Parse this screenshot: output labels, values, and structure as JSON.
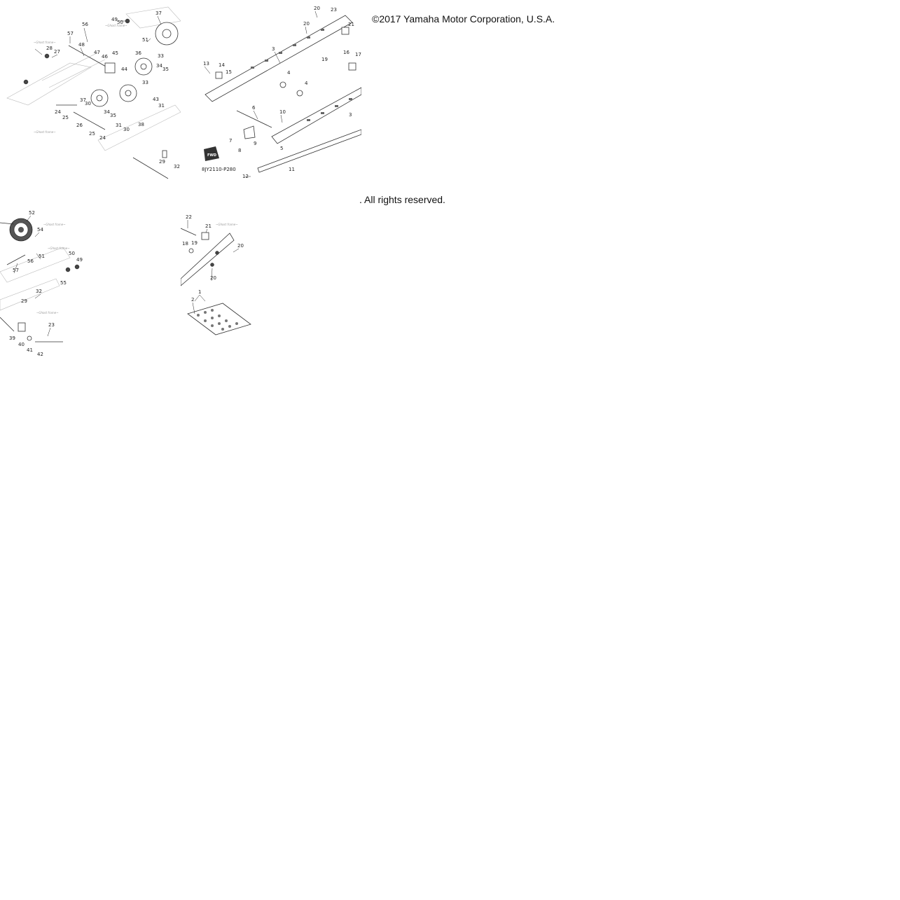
{
  "copyright_line_1": "©2017 Yamaha Motor Corporation, U.S.A.",
  "copyright_line_2": ". All rights reserved.",
  "diagram_code": "8JY2110-P280",
  "fwd_badge": "FWD",
  "callouts_tile_a": [
    "56",
    "57",
    "48",
    "47",
    "46",
    "45",
    "44",
    "49",
    "50",
    "37",
    "51",
    "36",
    "33",
    "34",
    "35",
    "28",
    "27",
    "24",
    "25",
    "26",
    "37",
    "30",
    "34",
    "35",
    "31",
    "33",
    "25",
    "24",
    "30",
    "38",
    "43",
    "31",
    "29",
    "32"
  ],
  "callouts_tile_b": [
    "20",
    "23",
    "20",
    "21",
    "3",
    "19",
    "16",
    "17",
    "13",
    "14",
    "15",
    "4",
    "4",
    "6",
    "10",
    "3",
    "7",
    "8",
    "9",
    "5",
    "11",
    "12"
  ],
  "callouts_tile_c": [
    "52",
    "54",
    "51",
    "56",
    "57",
    "50",
    "49",
    "55",
    "32",
    "29",
    "23",
    "39",
    "40",
    "41",
    "42"
  ],
  "callouts_tile_d": [
    "22",
    "21",
    "18",
    "19",
    "20",
    "20",
    "1",
    "2"
  ]
}
